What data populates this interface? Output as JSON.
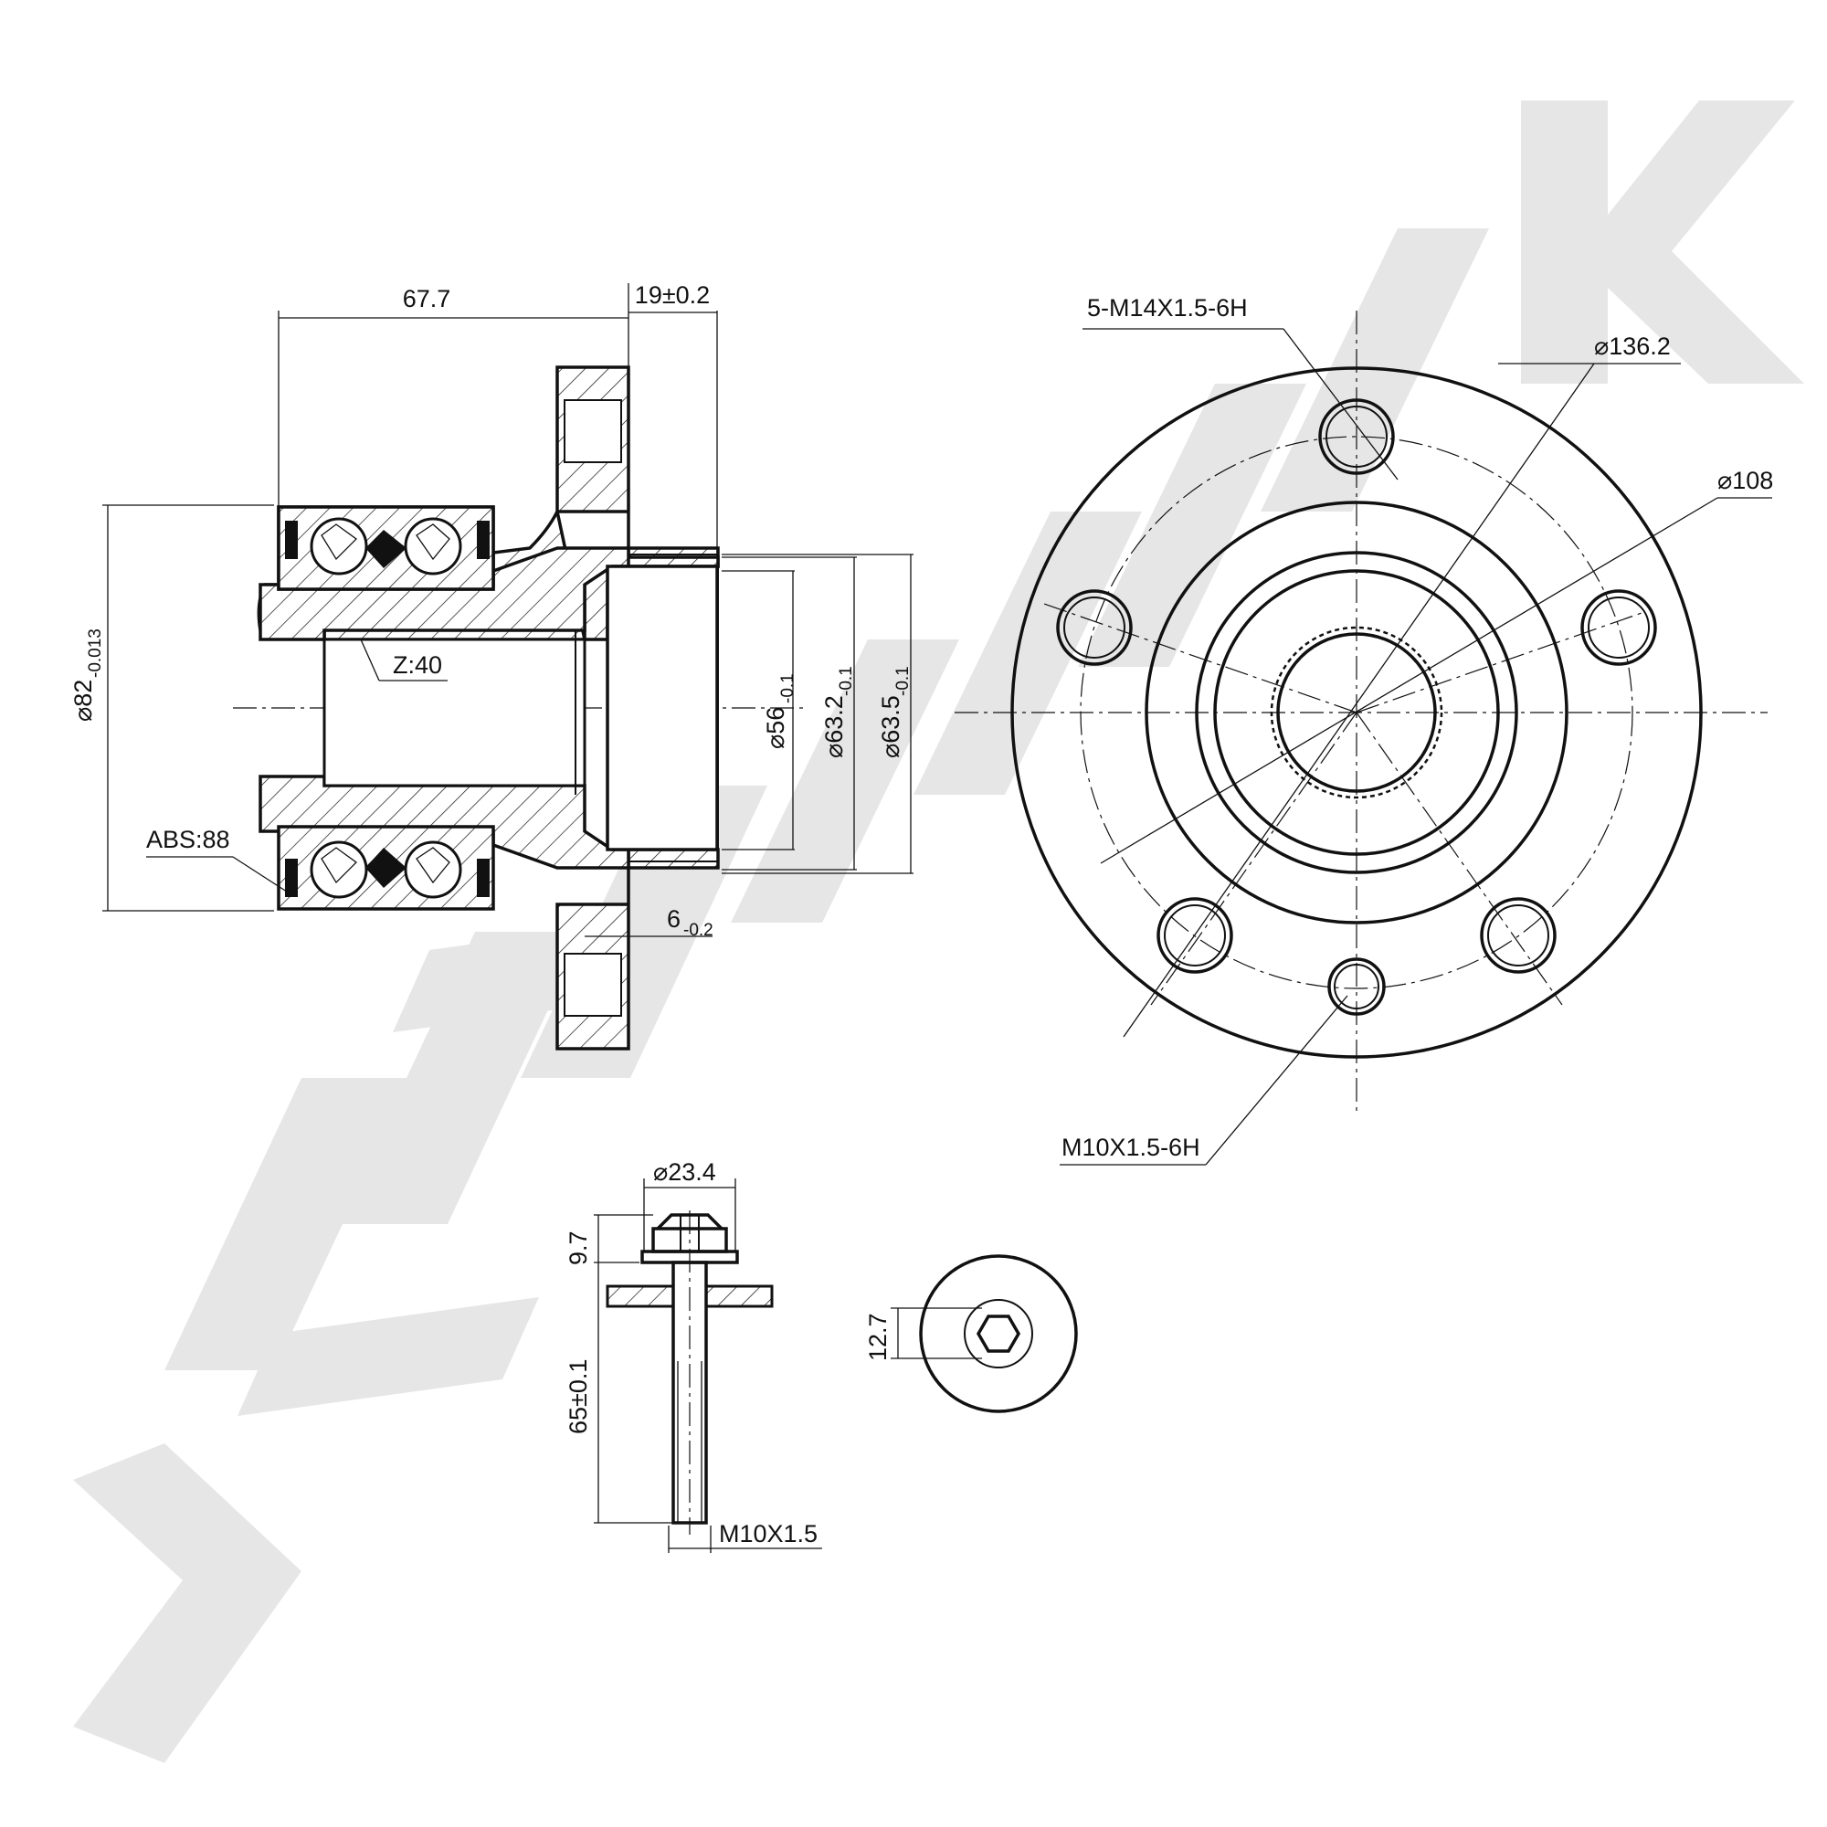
{
  "watermark": {
    "text": "ZENITEK",
    "color": "#e6e6e6"
  },
  "hub_section": {
    "dim_length": "67.7",
    "dim_flange": "19±0.2",
    "dim_outer_dia": "⌀82",
    "dim_outer_dia_tol": "-0.013",
    "dim_spline": "Z:40",
    "dim_abs": "ABS:88",
    "dim_bore_56": "⌀56",
    "dim_bore_56_tol": "-0.1",
    "dim_bore_63_2": "⌀63.2",
    "dim_bore_63_2_tol": "-0.1",
    "dim_bore_63_5": "⌀63.5",
    "dim_bore_63_5_tol": "-0.1",
    "dim_step": "6",
    "dim_step_tol": "-0.2"
  },
  "hub_front": {
    "thread_holes": "5-M14X1.5-6H",
    "pcd_outer": "⌀136.2",
    "pcd": "⌀108",
    "center_thread": "M10X1.5-6H"
  },
  "bolt": {
    "head_dia": "⌀23.4",
    "head_height": "9.7",
    "length": "65±0.1",
    "thread": "M10X1.5",
    "hex_size": "12.7"
  }
}
